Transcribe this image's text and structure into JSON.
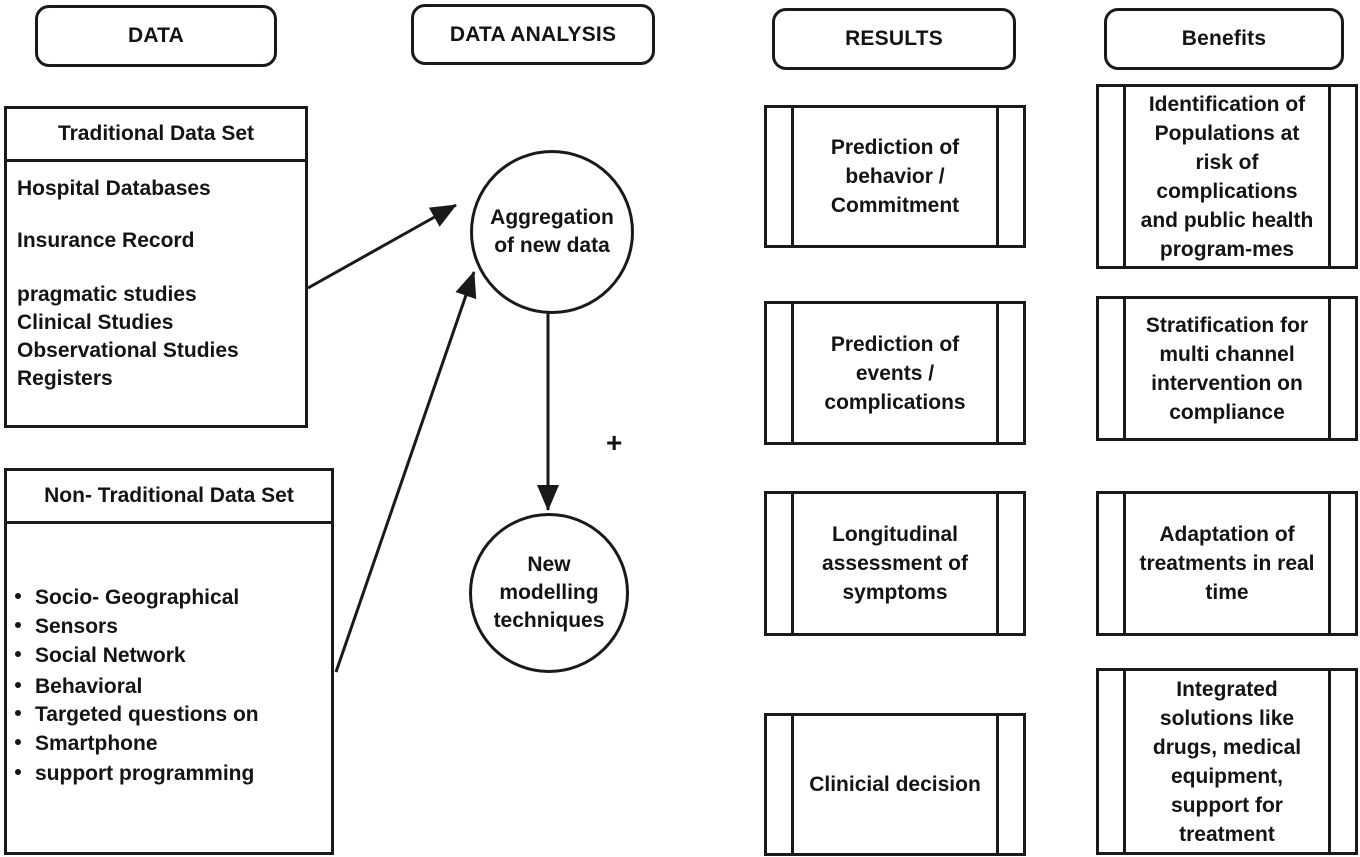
{
  "headers": {
    "data": "DATA",
    "analysis": "DATA ANALYSIS",
    "results": "RESULTS",
    "benefits": "Benefits"
  },
  "traditional": {
    "title": "Traditional Data Set",
    "items": [
      "Hospital Databases",
      "Insurance Record",
      "pragmatic studies",
      "Clinical Studies",
      "Observational Studies",
      "Registers"
    ]
  },
  "non_traditional": {
    "title": "Non- Traditional Data Set",
    "items": [
      "Socio- Geographical",
      "Sensors",
      "Social Network",
      "Behavioral",
      "Targeted questions on",
      "Smartphone",
      "support programming"
    ]
  },
  "analysis": {
    "aggregation": "Aggregation\nof new data",
    "modelling": "New\nmodelling\ntechniques",
    "plus": "+"
  },
  "results": [
    "Prediction of\nbehavior /\nCommitment",
    "Prediction of\nevents /\ncomplications",
    "Longitudinal\nassessment of\nsymptoms",
    "Clinicial decision"
  ],
  "benefits": [
    "Identification of\nPopulations at\nrisk of\ncomplications\nand public health\nprogram-mes",
    "Stratification for\nmulti channel\nintervention on\ncompliance",
    "Adaptation of\ntreatments in real\ntime",
    "Integrated\nsolutions like\ndrugs, medical\nequipment,\nsupport for\ntreatment"
  ]
}
